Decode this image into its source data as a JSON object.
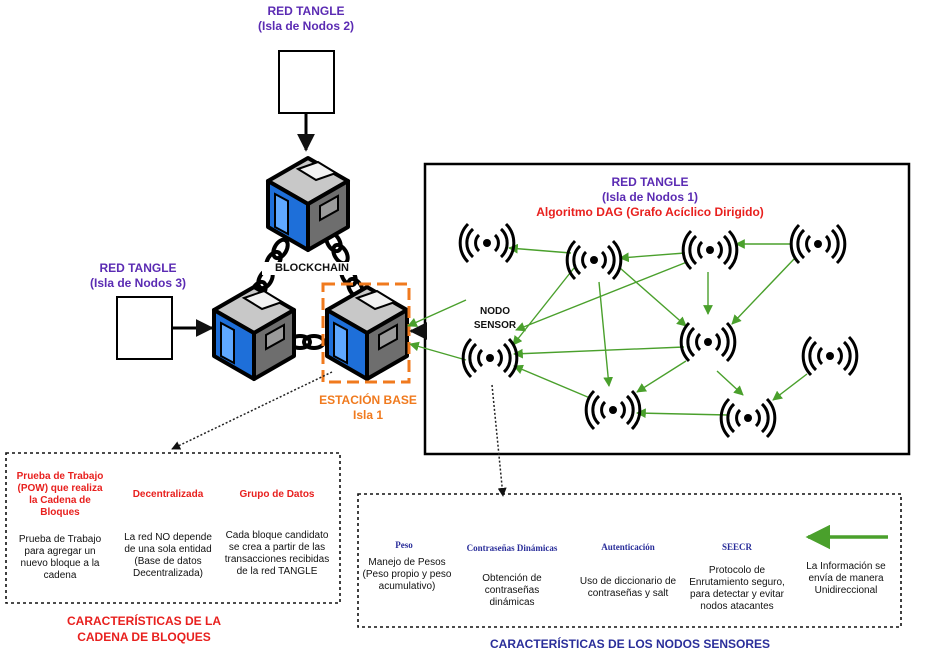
{
  "tangle2": {
    "title": "RED TANGLE",
    "subtitle": "(Isla de Nodos 2)"
  },
  "tangle3": {
    "title": "RED TANGLE",
    "subtitle": "(Isla de Nodos 3)"
  },
  "tangle1": {
    "title": "RED TANGLE",
    "subtitle": "(Isla de Nodos 1)",
    "algorithm": "Algoritmo DAG (Grafo Acíclico Dirigido)"
  },
  "blockchain_label": "BLOCKCHAIN",
  "base_station": {
    "line1": "ESTACIÓN BASE",
    "line2": "Isla 1"
  },
  "sensor_node": {
    "line1": "NODO",
    "line2": "SENSOR"
  },
  "blockchain_features": {
    "caption_line1": "CARACTERÍSTICAS DE LA",
    "caption_line2": "CADENA DE BLOQUES",
    "columns": [
      {
        "heading": "Prueba de Trabajo (POW) que realiza la Cadena de Bloques",
        "body": "Prueba de Trabajo para agregar un nuevo bloque a la cadena"
      },
      {
        "heading": "Decentralizada",
        "body": "La red NO depende de una sola entidad (Base de datos Decentralizada)"
      },
      {
        "heading": "Grupo de Datos",
        "body": "Cada bloque candidato se crea a partir de las transacciones recibidas de la red TANGLE"
      }
    ]
  },
  "sensor_features": {
    "caption": "CARACTERÍSTICAS DE LOS NODOS  SENSORES",
    "columns": [
      {
        "heading": "Peso",
        "body": "Manejo de Pesos (Peso propio y peso acumulativo)"
      },
      {
        "heading": "Contraseñas Dinámicas",
        "body": "Obtención de contraseñas dinámicas"
      },
      {
        "heading": "Autenticación",
        "body": "Uso de diccionario de contraseñas y salt"
      },
      {
        "heading": "SEECR",
        "body": "Protocolo de Enrutamiento seguro, para detectar y evitar nodos atacantes"
      }
    ],
    "legend": "La Información se envía de manera Unidireccional"
  },
  "colors": {
    "arrow": "#4aa02c",
    "cube_blue": "#1e6fd9",
    "cube_gray": "#6e6e6e",
    "highlight": "#f07a1e",
    "title": "#5b2bb3",
    "alert": "#e8201e",
    "caption_blue": "#2a2e9a"
  }
}
